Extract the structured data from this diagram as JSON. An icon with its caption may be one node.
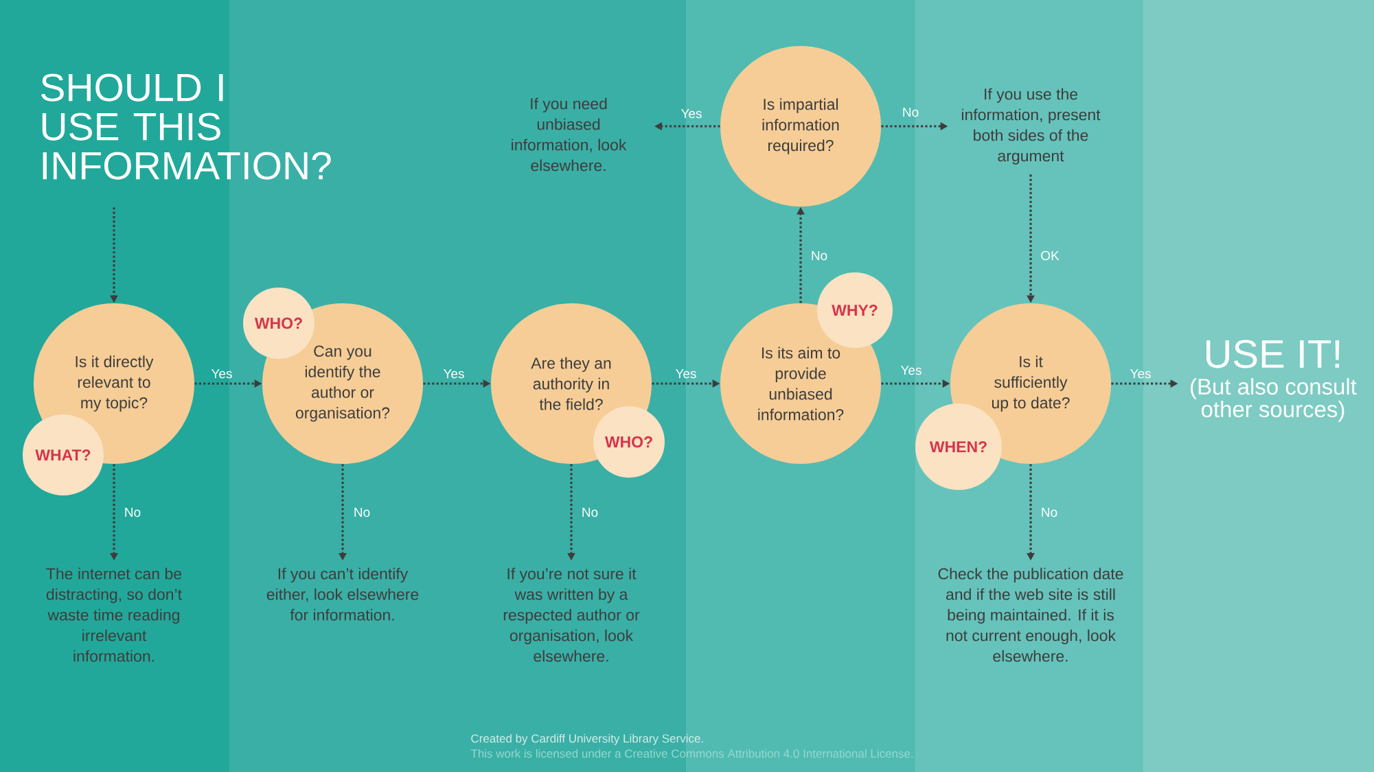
{
  "diagram": {
    "nodes": [
      {
        "text": [
          "SHOULD I USE THIS INFORMATION?"
        ]
      },
      {
        "text": [
          "If you need unbiased information, look elsewhere."
        ]
      },
      {
        "text": [
          "Is impartial information required?"
        ]
      },
      {
        "text": [
          "If you use the information, present both sides of the argument"
        ]
      },
      {
        "text": [
          "Is it directly relevant to my topic?"
        ]
      },
      {
        "text": [
          "WHAT?"
        ]
      },
      {
        "text": [
          "Can you identify the author or organisation?"
        ]
      },
      {
        "text": [
          "WHO?"
        ]
      },
      {
        "text": [
          "Are they an authority in the field?"
        ]
      },
      {
        "text": [
          "WHO?"
        ]
      },
      {
        "text": [
          "Is its aim to provide unbiased information?"
        ]
      },
      {
        "text": [
          "WHY?"
        ]
      },
      {
        "text": [
          "Is it sufficiently up to date?"
        ]
      },
      {
        "text": [
          "WHEN?"
        ]
      },
      {
        "text": [
          "USE IT!",
          "(But also consult other sources)"
        ]
      },
      {
        "text": [
          "The internet can be distracting, so don’t waste time reading irrelevant information."
        ]
      },
      {
        "text": [
          "If you can’t identify either, look elsewhere for information."
        ]
      },
      {
        "text": [
          "If you’re not sure it was written by a respected author or organisation, look elsewhere."
        ]
      },
      {
        "text": [
          "Check the publication date and if the web site is still being maintained. If it is not current enough, look elsewhere."
        ]
      }
    ],
    "edges": [
      {
        "from": 0,
        "to": 4,
        "arrow": "to"
      },
      {
        "from": 4,
        "to": 6,
        "arrow": "to",
        "label": "Yes"
      },
      {
        "from": 6,
        "to": 8,
        "arrow": "to",
        "label": "Yes"
      },
      {
        "from": 8,
        "to": 10,
        "arrow": "to",
        "label": "Yes"
      },
      {
        "from": 10,
        "to": 12,
        "arrow": "to",
        "label": "Yes"
      },
      {
        "from": 12,
        "to": 14,
        "arrow": "to",
        "label": "Yes"
      },
      {
        "from": 4,
        "to": 15,
        "arrow": "to",
        "label": "No"
      },
      {
        "from": 6,
        "to": 16,
        "arrow": "to",
        "label": "No"
      },
      {
        "from": 8,
        "to": 17,
        "arrow": "to",
        "label": "No"
      },
      {
        "from": 12,
        "to": 18,
        "arrow": "to",
        "label": "No"
      },
      {
        "from": 10,
        "to": 2,
        "arrow": "to",
        "label": "No"
      },
      {
        "from": 2,
        "to": 1,
        "arrow": "to",
        "label": "Yes"
      },
      {
        "from": 2,
        "to": 3,
        "arrow": "to",
        "label": "No"
      },
      {
        "from": 3,
        "to": 12,
        "arrow": "to",
        "label": "OK"
      }
    ],
    "labels": [
      "Created by Cardiff University Library Service.",
      "This work is licensed under a Creative Commons Attribution 4.0 International License."
    ]
  }
}
